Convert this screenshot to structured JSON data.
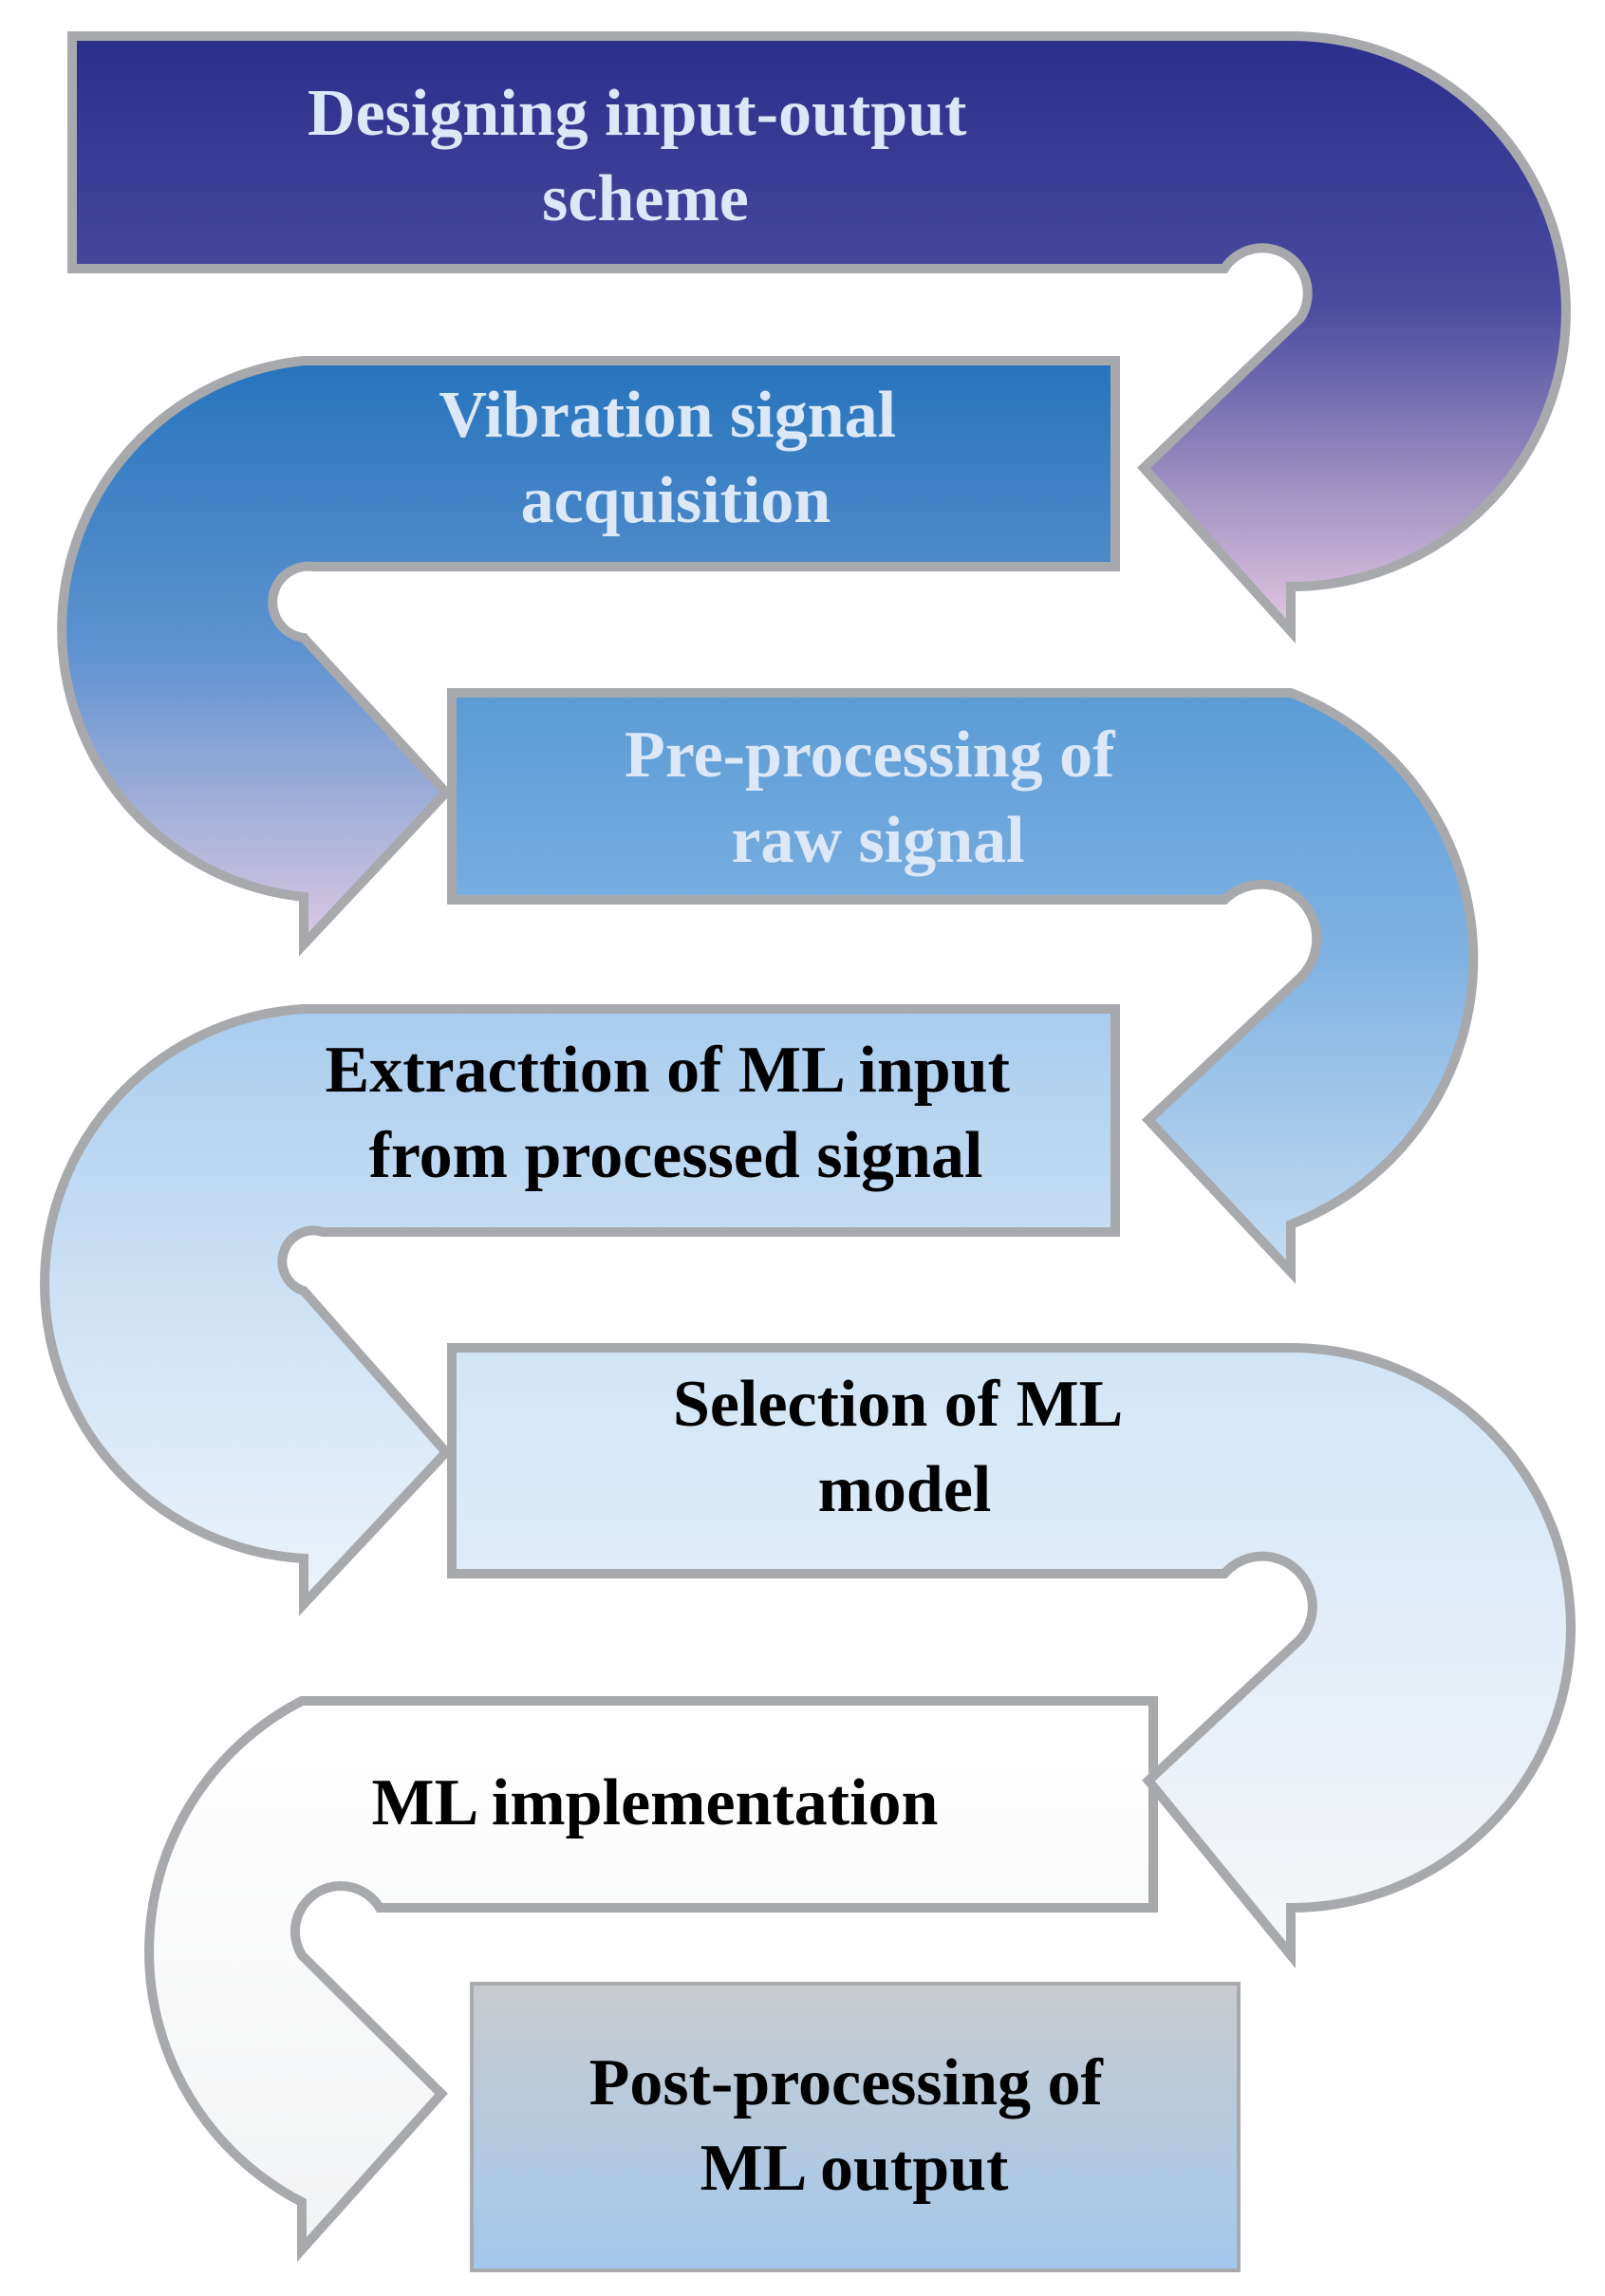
{
  "steps": [
    {
      "line1": "Designing input-output",
      "line2": "scheme"
    },
    {
      "line1": "Vibration signal",
      "line2": "acquisition"
    },
    {
      "line1": "Pre-processing of",
      "line2": "raw signal"
    },
    {
      "line1": "Extracttion of ML input",
      "line2": "from processed signal"
    },
    {
      "line1": "Selection of ML",
      "line2": "model"
    },
    {
      "line1": "ML implementation",
      "line2": ""
    },
    {
      "line1": "Post-processing of",
      "line2": "ML output"
    }
  ],
  "colors": {
    "outline": "#a7a9ac",
    "step1": [
      "#2b2e8c",
      "#e3c9e0"
    ],
    "step2": [
      "#2674bd",
      "#ddc8e1"
    ],
    "step3": [
      "#5b9bd5",
      "#c6ddf2"
    ],
    "step4": [
      "#a8cdef",
      "#ecf3fa"
    ],
    "step5": [
      "#d2e5f6",
      "#f6f6f7"
    ],
    "step6": [
      "#ffffff",
      "#f2f3f4"
    ],
    "step7": [
      "#c9cbce",
      "#a3c8ec"
    ],
    "light_text": "#dce8f7",
    "dark_text": "#000000"
  }
}
